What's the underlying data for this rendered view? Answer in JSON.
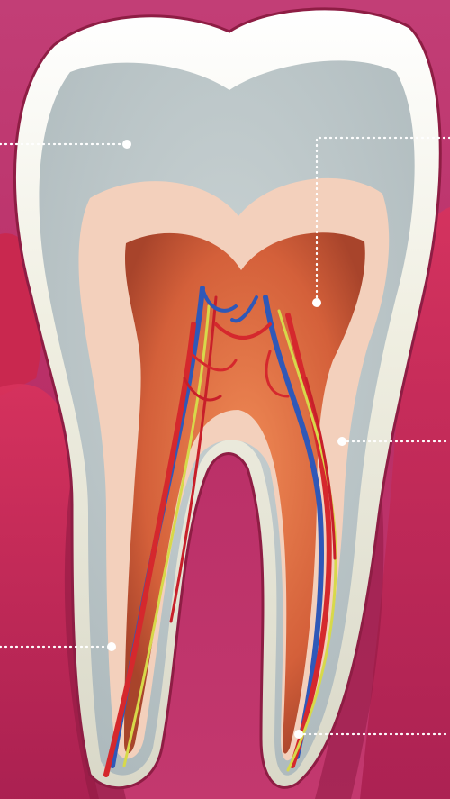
{
  "figure": {
    "subject": "tooth-cross-section",
    "labels_visible": false
  },
  "colors": {
    "background": "#c2366f",
    "gum": "#d0305a",
    "gum_dark": "#9c1b45",
    "enamel": "#f4f3e7",
    "dentin": "#c9d3d4",
    "pulp_wall": "#f2c4ad",
    "pulp_chamber": "#d9653f",
    "artery": "#d5282d",
    "vein": "#2f58b8",
    "nerve": "#d7d94a",
    "callout": "#ffffff"
  },
  "callouts": [
    {
      "id": "enamel",
      "side": "left"
    },
    {
      "id": "dentin",
      "side": "right"
    },
    {
      "id": "pulp",
      "side": "right"
    },
    {
      "id": "root-canal",
      "side": "left"
    },
    {
      "id": "apex",
      "side": "right"
    }
  ]
}
